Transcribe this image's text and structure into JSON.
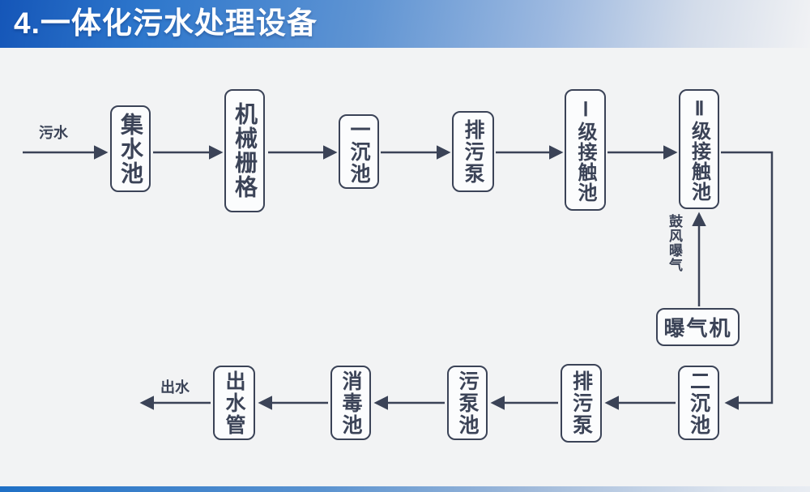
{
  "header": {
    "title": "4.一体化污水处理设备"
  },
  "labels": {
    "inflow": "污水",
    "outflow": "出水",
    "aeration": "鼓风曝气"
  },
  "nodes": {
    "collection_tank": "集水池",
    "mechanical_grid": "机械栅格",
    "primary_sedimentation": "一沉池",
    "sewage_pump_1": "排污泵",
    "level1_contact_tank": "Ⅰ级接触池",
    "level2_contact_tank": "Ⅱ级接触池",
    "aerator": "曝气机",
    "secondary_sedimentation": "二沉池",
    "sewage_pump_2": "排污泵",
    "sludge_pump_tank": "污泵池",
    "disinfection_tank": "消毒池",
    "outlet_pipe": "出水管"
  },
  "colors": {
    "header_blue": "#1d6bc7",
    "line_dark": "#3b4357",
    "slide_background": "#f2f3f4",
    "bottom_bar_blue": "#1f70c6"
  }
}
